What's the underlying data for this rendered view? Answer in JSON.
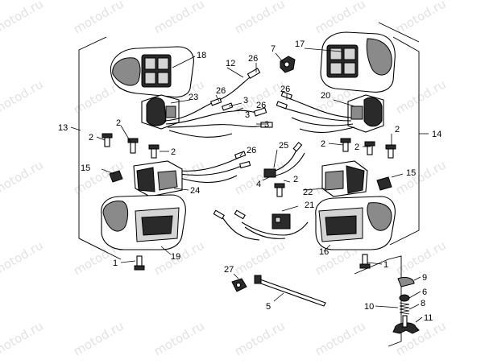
{
  "watermark": {
    "text": "motod.ru"
  },
  "callouts": [
    {
      "id": "c18",
      "text": "18"
    },
    {
      "id": "c12",
      "text": "12"
    },
    {
      "id": "c26a",
      "text": "26"
    },
    {
      "id": "c7",
      "text": "7"
    },
    {
      "id": "c17",
      "text": "17"
    },
    {
      "id": "c26b",
      "text": "26"
    },
    {
      "id": "c23",
      "text": "23"
    },
    {
      "id": "c3a",
      "text": "3"
    },
    {
      "id": "c26c",
      "text": "26"
    },
    {
      "id": "c26d",
      "text": "26"
    },
    {
      "id": "c20",
      "text": "20"
    },
    {
      "id": "c3b",
      "text": "3"
    },
    {
      "id": "c3c",
      "text": "3"
    },
    {
      "id": "c13",
      "text": "13"
    },
    {
      "id": "c2a",
      "text": "2"
    },
    {
      "id": "c2b",
      "text": "2"
    },
    {
      "id": "c2c",
      "text": "2"
    },
    {
      "id": "c2d",
      "text": "2"
    },
    {
      "id": "c2e",
      "text": "2"
    },
    {
      "id": "c14",
      "text": "14"
    },
    {
      "id": "c26e",
      "text": "26"
    },
    {
      "id": "c25",
      "text": "25"
    },
    {
      "id": "c2f",
      "text": "2"
    },
    {
      "id": "c15a",
      "text": "15"
    },
    {
      "id": "c15b",
      "text": "15"
    },
    {
      "id": "c24",
      "text": "24"
    },
    {
      "id": "c4",
      "text": "4"
    },
    {
      "id": "c2g",
      "text": "2"
    },
    {
      "id": "c22",
      "text": "22"
    },
    {
      "id": "c21",
      "text": "21"
    },
    {
      "id": "c19",
      "text": "19"
    },
    {
      "id": "c16",
      "text": "16"
    },
    {
      "id": "c1a",
      "text": "1"
    },
    {
      "id": "c1b",
      "text": "1"
    },
    {
      "id": "c27",
      "text": "27"
    },
    {
      "id": "c9",
      "text": "9"
    },
    {
      "id": "c5",
      "text": "5"
    },
    {
      "id": "c6",
      "text": "6"
    },
    {
      "id": "c10",
      "text": "10"
    },
    {
      "id": "c8",
      "text": "8"
    },
    {
      "id": "c11",
      "text": "11"
    }
  ]
}
